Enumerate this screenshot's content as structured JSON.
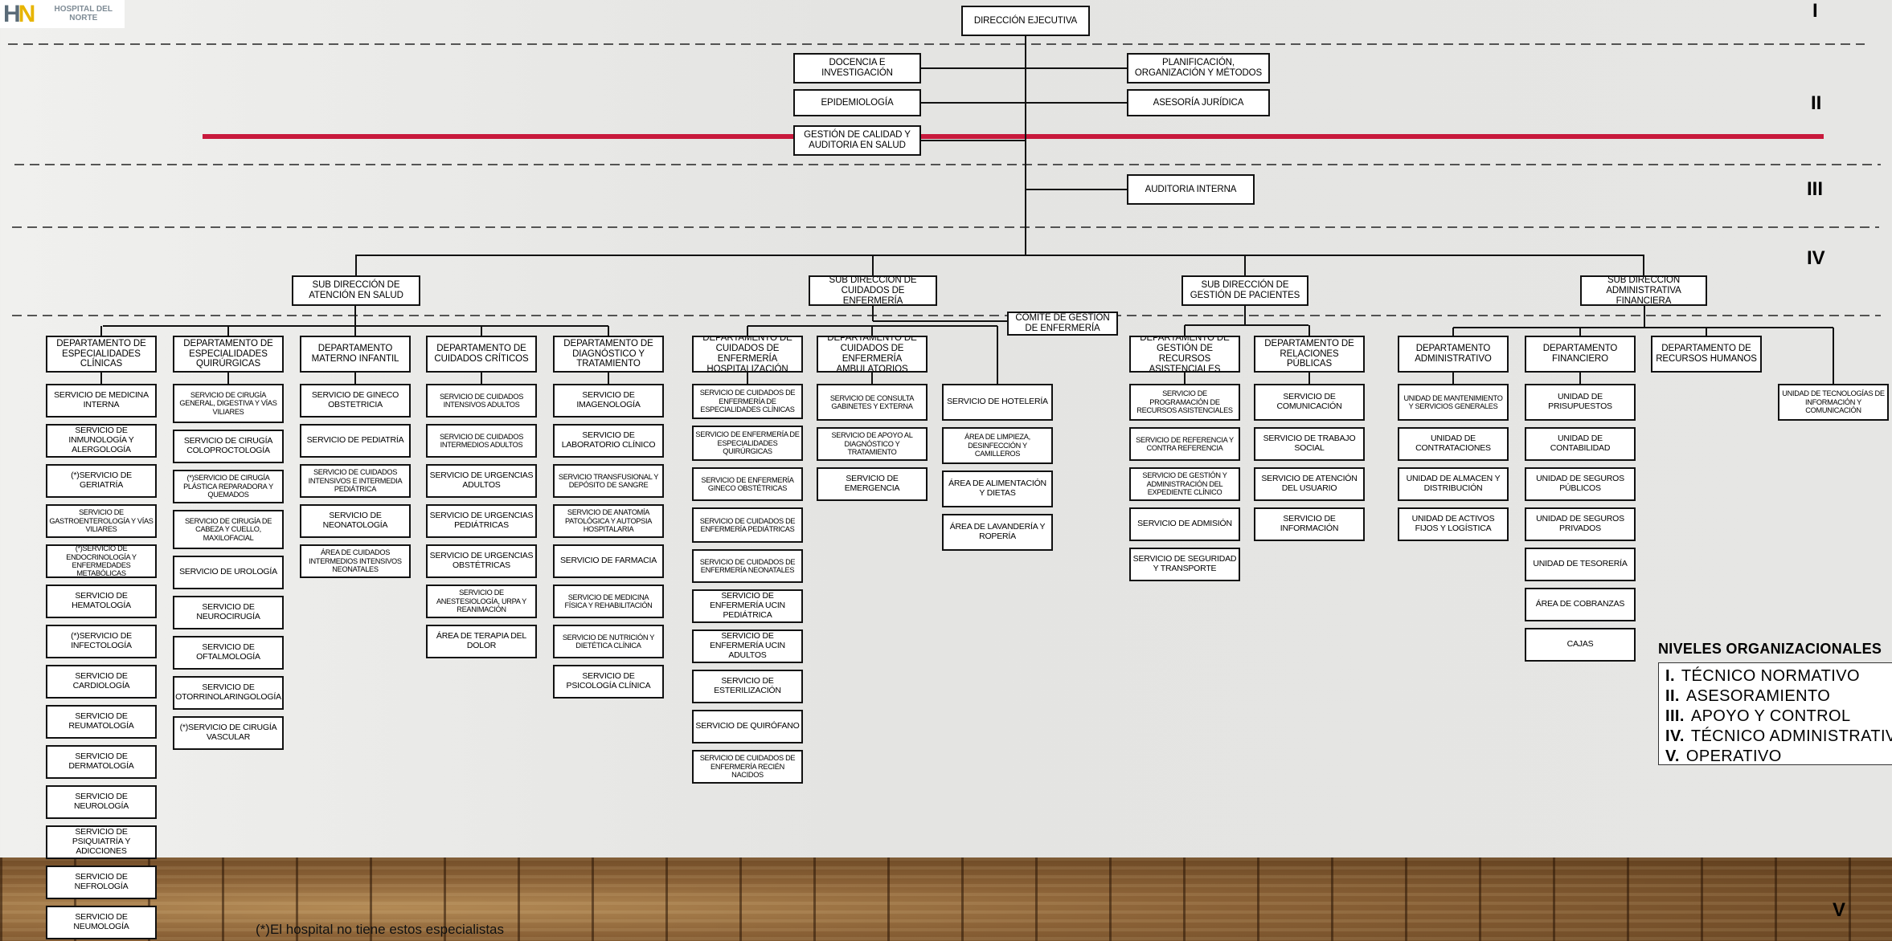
{
  "logo": {
    "text": "HOSPITAL DEL NORTE",
    "mark": "HN"
  },
  "levels": [
    "I",
    "II",
    "III",
    "IV",
    "V"
  ],
  "top": {
    "direccion": "DIRECCIÓN EJECUTIVA"
  },
  "staff": {
    "docencia": "DOCENCIA E INVESTIGACIÓN",
    "epidemiologia": "EPIDEMIOLOGÍA",
    "gestion_calidad": "GESTIÓN DE CALIDAD Y AUDITORIA EN SALUD",
    "planificacion": "PLANIFICACIÓN, ORGANIZACIÓN Y MÉTODOS",
    "asesoria": "ASESORÍA JURÍDICA",
    "auditoria": "AUDITORIA INTERNA"
  },
  "subdirecciones": [
    "SUB DIRECCIÓN DE ATENCIÓN EN SALUD",
    "SUB DIRECCIÓN DE CUIDADOS DE ENFERMERÍA",
    "SUB DIRECCIÓN DE GESTIÓN DE PACIENTES",
    "SUB DIRECCIÓN ADMINISTRATIVA FINANCIERA"
  ],
  "comite": "COMITÉ DE GESTIÓN DE ENFERMERÍA",
  "columns": [
    {
      "head": "DEPARTAMENTO DE ESPECIALIDADES CLÍNICAS",
      "items": [
        "SERVICIO DE MEDICINA INTERNA",
        "SERVICIO DE INMUNOLOGÍA Y ALERGOLOGÍA",
        "(*)SERVICIO DE GERIATRÍA",
        "SERVICIO DE GASTROENTEROLOGÍA Y VÍAS VILIARES",
        "(*)SERVICIO DE ENDOCRINOLOGÍA Y ENFERMEDADES METABÓLICAS",
        "SERVICIO DE HEMATOLOGÍA",
        "(*)SERVICIO DE INFECTOLOGÍA",
        "SERVICIO DE CARDIOLOGÍA",
        "SERVICIO DE REUMATOLOGÍA",
        "SERVICIO DE DERMATOLOGÍA",
        "SERVICIO DE NEUROLOGÍA",
        "SERVICIO DE PSIQUIATRÍA Y ADICCIONES",
        "SERVICIO DE NEFROLOGÍA",
        "SERVICIO DE NEUMOLOGÍA"
      ]
    },
    {
      "head": "DEPARTAMENTO DE ESPECIALIDADES QUIRÚRGICAS",
      "items": [
        "SERVICIO DE CIRUGÍA GENERAL, DIGESTIVA Y VÍAS VILIARES",
        "SERVICIO DE CIRUGÍA COLOPROCTOLOGÍA",
        "(*)SERVICIO DE CIRUGÍA PLÁSTICA REPARADORA Y QUEMADOS",
        "SERVICIO DE CIRUGÍA DE CABEZA Y CUELLO, MAXILOFACIAL",
        "SERVICIO DE UROLOGÍA",
        "SERVICIO DE NEUROCIRUGÍA",
        "SERVICIO DE OFTALMOLOGÍA",
        "SERVICIO DE OTORRINOLARINGOLOGÍA",
        "(*)SERVICIO DE CIRUGÍA VASCULAR"
      ]
    },
    {
      "head": "DEPARTAMENTO MATERNO INFANTIL",
      "items": [
        "SERVICIO DE GINECO OBSTETRICIA",
        "SERVICIO DE PEDIATRÍA",
        "SERVICIO DE CUIDADOS INTENSIVOS E INTERMEDIA PEDIÁTRICA",
        "SERVICIO DE NEONATOLOGÍA",
        "ÁREA DE CUIDADOS INTERMEDIOS INTENSIVOS NEONATALES"
      ]
    },
    {
      "head": "DEPARTAMENTO DE CUIDADOS CRÍTICOS",
      "items": [
        "SERVICIO DE CUIDADOS INTENSIVOS ADULTOS",
        "SERVICIO DE CUIDADOS INTERMEDIOS ADULTOS",
        "SERVICIO DE URGENCIAS ADULTOS",
        "SERVICIO DE URGENCIAS PEDIÁTRICAS",
        "SERVICIO DE URGENCIAS OBSTÉTRICAS",
        "SERVICIO DE ANESTESIOLOGÍA, URPA Y REANIMACIÓN",
        "ÁREA DE TERAPIA DEL DOLOR"
      ]
    },
    {
      "head": "DEPARTAMENTO DE DIAGNÓSTICO Y TRATAMIENTO",
      "items": [
        "SERVICIO DE IMAGENOLOGÍA",
        "SERVICIO DE LABORATORIO CLÍNICO",
        "SERVICIO TRANSFUSIONAL Y DEPÓSITO DE SANGRE",
        "SERVICIO DE ANATOMÍA PATOLÓGICA Y AUTOPSIA HOSPITALARIA",
        "SERVICIO DE FARMACIA",
        "SERVICIO DE MEDICINA FÍSICA Y REHABILITACIÓN",
        "SERVICIO DE NUTRICIÓN Y DIETÉTICA CLÍNICA",
        "SERVICIO DE PSICOLOGÍA CLÍNICA"
      ]
    },
    {
      "head": "DEPARTAMENTO DE CUIDADOS DE ENFERMERÍA HOSPITALIZACIÓN",
      "items": [
        "SERVICIO DE CUIDADOS DE ENFERMERÍA DE ESPECIALIDADES CLÍNICAS",
        "SERVICIO DE ENFERMERÍA DE ESPECIALIDADES QUIRÚRGICAS",
        "SERVICIO DE ENFERMERÍA GINECO OBSTÉTRICAS",
        "SERVICIO DE CUIDADOS DE ENFERMERÍA PEDIÁTRICAS",
        "SERVICIO DE CUIDADOS DE ENFERMERÍA NEONATALES",
        "SERVICIO DE ENFERMERÍA UCIN PEDIÁTRICA",
        "SERVICIO DE ENFERMERÍA UCIN ADULTOS",
        "SERVICIO DE ESTERILIZACIÓN",
        "SERVICIO DE QUIRÓFANO",
        "SERVICIO DE CUIDADOS DE ENFERMERÍA RECIÉN NACIDOS"
      ]
    },
    {
      "head": "DEPARTAMENTO DE CUIDADOS DE ENFERMERÍA AMBULATORIOS",
      "items": [
        "SERVICIO DE CONSULTA GABINETES Y EXTERNA",
        "SERVICIO DE APOYO AL DIAGNÓSTICO Y TRATAMIENTO",
        "SERVICIO DE EMERGENCIA"
      ]
    },
    {
      "head": "",
      "items": [
        "SERVICIO DE HOTELERÍA",
        "ÁREA DE LIMPIEZA, DESINFECCIÓN Y CAMILLEROS",
        "ÁREA DE ALIMENTACIÓN Y DIETAS",
        "ÁREA DE LAVANDERÍA Y ROPERÍA"
      ]
    },
    {
      "head": "DEPARTAMENTO DE GESTIÓN DE RECURSOS ASISTENCIALES",
      "items": [
        "SERVICIO DE PROGRAMACIÓN DE RECURSOS ASISTENCIALES",
        "SERVICIO DE REFERENCIA Y CONTRA REFERENCIA",
        "SERVICIO DE GESTIÓN Y ADMINISTRACIÓN DEL EXPEDIENTE CLÍNICO",
        "SERVICIO DE ADMISIÓN",
        "SERVICIO DE SEGURIDAD Y TRANSPORTE"
      ]
    },
    {
      "head": "DEPARTAMENTO DE RELACIONES PÚBLICAS",
      "items": [
        "SERVICIO DE COMUNICACIÓN",
        "SERVICIO DE TRABAJO SOCIAL",
        "SERVICIO DE ATENCIÓN DEL USUARIO",
        "SERVICIO DE INFORMACIÓN"
      ]
    },
    {
      "head": "DEPARTAMENTO ADMINISTRATIVO",
      "items": [
        "UNIDAD DE MANTENIMIENTO Y SERVICIOS GENERALES",
        "UNIDAD DE CONTRATACIONES",
        "UNIDAD DE ALMACEN Y DISTRIBUCIÓN",
        "UNIDAD DE ACTIVOS FIJOS Y LOGÍSTICA"
      ]
    },
    {
      "head": "DEPARTAMENTO FINANCIERO",
      "items": [
        "UNIDAD DE PRISUPUESTOS",
        "UNIDAD DE CONTABILIDAD",
        "UNIDAD DE SEGUROS PÚBLICOS",
        "UNIDAD DE SEGUROS PRIVADOS",
        "UNIDAD DE TESORERÍA",
        "ÁREA DE COBRANZAS",
        "CAJAS"
      ]
    },
    {
      "head": "DEPARTAMENTO DE RECURSOS HUMANOS",
      "items": []
    },
    {
      "head": "",
      "items": [
        "UNIDAD DE TECNOLOGÍAS DE INFORMACIÓN Y COMUNICACIÓN"
      ]
    }
  ],
  "legend": {
    "title": "NIVELES ORGANIZACIONALES",
    "items": [
      {
        "num": "I.",
        "label": "TÉCNICO NORMATIVO"
      },
      {
        "num": "II.",
        "label": "ASESORAMIENTO"
      },
      {
        "num": "III.",
        "label": "APOYO Y CONTROL"
      },
      {
        "num": "IV.",
        "label": "TÉCNICO ADMINISTRATIVO"
      },
      {
        "num": "V.",
        "label": "OPERATIVO"
      }
    ]
  },
  "footnote": "(*)El hospital no tiene estos especialistas",
  "colors": {
    "accent_line": "#c8193c",
    "box_border": "#111111"
  }
}
